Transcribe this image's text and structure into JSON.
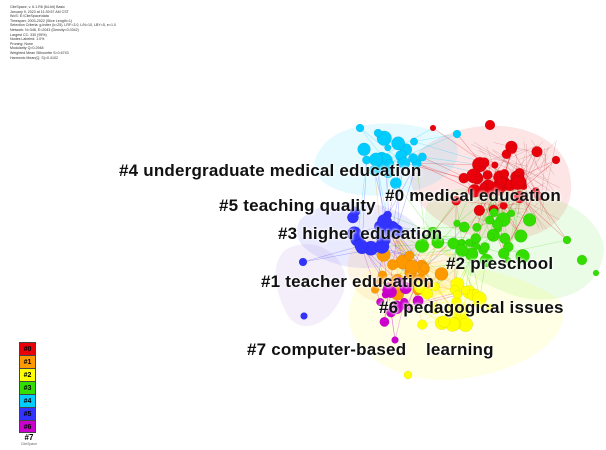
{
  "meta_lines": [
    "CiteSpace, v. 6.1.R6 (64-bit) Basic",
    "January 9, 2023 at 11:39:57 AM CST",
    "WoS: E:\\CiteSpace\\data",
    "Timespan: 2003-2022 (Slice Length=1)",
    "Selection Criteria: g-index (k=25), LRF=3.0, L/N=10, LBY=5, e=1.0",
    "Network: N=346, E=2043 (Density=0.0342)",
    "Largest CC: 330 (95%)",
    "Nodes Labeled: 1.0%",
    "Pruning: None",
    "Modularity Q=0.2948",
    "Weighted Mean Silhouette S=0.6743",
    "Harmonic Mean(Q, S)=0.4102"
  ],
  "clusters": [
    {
      "id": "#0",
      "label": "#0 medical education",
      "color": "#e8000b"
    },
    {
      "id": "#1",
      "label": "#1 teacher education",
      "color": "#ff9900"
    },
    {
      "id": "#2",
      "label": "#2 preschool",
      "color": "#ffff00"
    },
    {
      "id": "#3",
      "label": "#3 higher education",
      "color": "#33dd00"
    },
    {
      "id": "#4",
      "label": "#4 undergraduate medical education",
      "color": "#00ccff"
    },
    {
      "id": "#5",
      "label": "#5 teaching quality",
      "color": "#3333ff"
    },
    {
      "id": "#6",
      "label": "#6 pedagogical issues",
      "color": "#cc00cc"
    },
    {
      "id": "#7",
      "label": "#7 computer-based    learning",
      "color": "#8a5cc4"
    }
  ],
  "legend": {
    "items": [
      {
        "label": "#0",
        "color": "#e8000b"
      },
      {
        "label": "#1",
        "color": "#ff9900"
      },
      {
        "label": "#2",
        "color": "#ffff00"
      },
      {
        "label": "#3",
        "color": "#33dd00"
      },
      {
        "label": "#4",
        "color": "#00ccff"
      },
      {
        "label": "#5",
        "color": "#3333ff"
      },
      {
        "label": "#6",
        "color": "#cc00cc"
      }
    ],
    "footer_number": "#7",
    "footer_text": "CiteSpace"
  }
}
